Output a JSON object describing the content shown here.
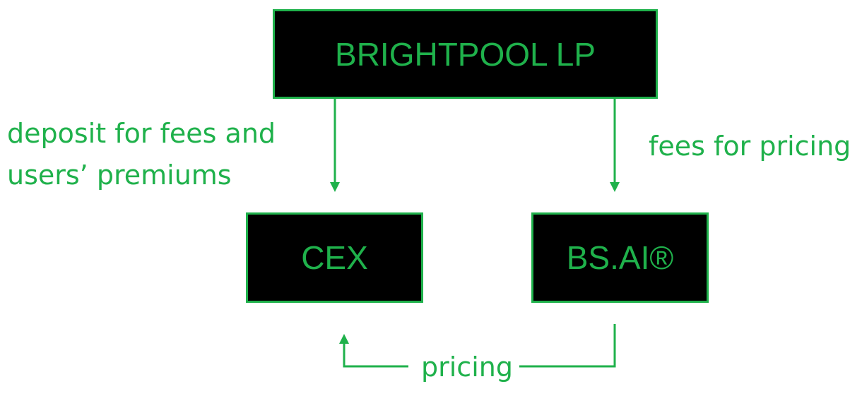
{
  "diagram": {
    "nodes": {
      "top": {
        "label": "BRIGHTPOOL LP"
      },
      "cex": {
        "label": "CEX"
      },
      "bsai": {
        "label": "BS.AI®"
      }
    },
    "edges": [
      {
        "from": "top",
        "to": "cex",
        "label_lines": [
          "deposit for fees and",
          "users’ premiums"
        ]
      },
      {
        "from": "top",
        "to": "bsai",
        "label": "fees for pricing"
      },
      {
        "from": "bsai",
        "to": "cex",
        "label": "pricing"
      }
    ],
    "colors": {
      "accent": "#1fb14b",
      "box_fill": "#000000",
      "background": "#ffffff"
    }
  }
}
